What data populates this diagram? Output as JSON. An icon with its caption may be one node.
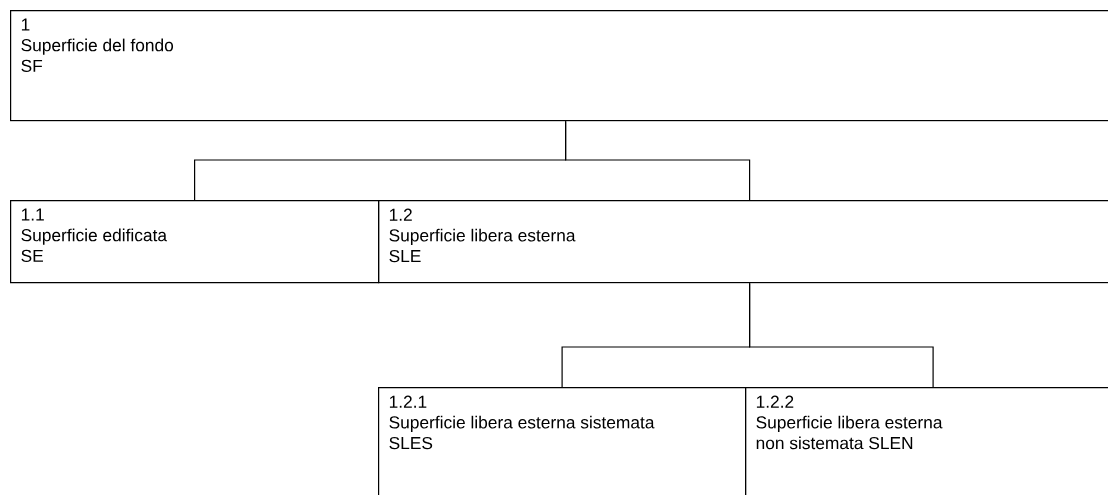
{
  "diagram": {
    "nodes": [
      {
        "text": [
          "1",
          "Superficie del fondo",
          "SF"
        ]
      },
      {
        "text": [
          "1.1",
          "Superficie edificata",
          "SE"
        ]
      },
      {
        "text": [
          "1.2",
          "Superficie libera esterna",
          "SLE"
        ]
      },
      {
        "text": [
          "1.2.1",
          "Superficie libera esterna sistemata",
          "SLES"
        ]
      },
      {
        "text": [
          "1.2.2",
          "Superficie libera esterna non sistemata SLEN"
        ]
      }
    ],
    "edges": [
      {
        "from": 0,
        "to": 1,
        "arrow": "none"
      },
      {
        "from": 0,
        "to": 2,
        "arrow": "none"
      },
      {
        "from": 2,
        "to": 3,
        "arrow": "none"
      },
      {
        "from": 2,
        "to": 4,
        "arrow": "none"
      }
    ]
  }
}
